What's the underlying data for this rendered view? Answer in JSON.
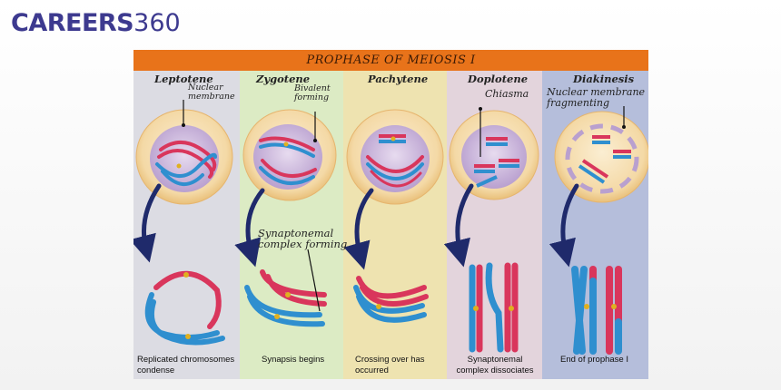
{
  "brand": {
    "name": "CAREERS",
    "number": "360",
    "color": "#3d3a8f"
  },
  "title": "PROPHASE OF MEIOSIS I",
  "colors": {
    "banner": "#e8731a",
    "chromosome_red": "#d9365c",
    "chromosome_blue": "#2f8fcf",
    "centromere": "#e0b020",
    "cell_fill": "#f4d9a6",
    "nucleus": "#cdb7de",
    "arrow": "#1f2a6b"
  },
  "stages": [
    {
      "name": "Leptotene",
      "label": "Nuclear\nmembrane",
      "caption": "Replicated chromosomes\ncondense"
    },
    {
      "name": "Zygotene",
      "label": "Bivalent\nforming",
      "label2": "Synaptonemal\ncomplex forming",
      "caption": "Synapsis begins"
    },
    {
      "name": "Pachytene",
      "caption": "Crossing over has\noccurred"
    },
    {
      "name": "Doplotene",
      "label": "Chiasma",
      "caption": "Synaptonemal\ncomplex dissociates"
    },
    {
      "name": "Diakinesis",
      "label": "Nuclear membrane\nfragmenting",
      "caption": "End of prophase I"
    }
  ]
}
